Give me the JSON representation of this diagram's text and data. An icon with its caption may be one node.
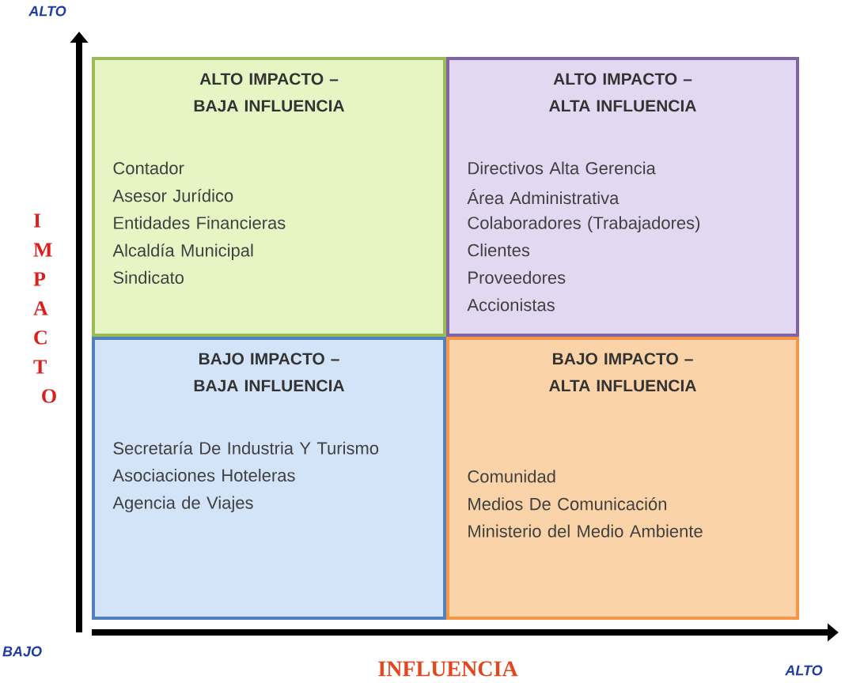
{
  "diagram": {
    "nodes": [
      {
        "text": [
          "ALTO IMPACTO – BAJA INFLUENCIA",
          "Contador",
          "Asesor Jurídico",
          "Entidades Financieras",
          "Alcaldía Municipal",
          "Sindicato"
        ]
      },
      {
        "text": [
          "ALTO IMPACTO – ALTA INFLUENCIA",
          "Directivos Alta Gerencia",
          "Área Administrativa",
          "Colaboradores (Trabajadores)",
          "Clientes",
          "Proveedores",
          "Accionistas"
        ]
      },
      {
        "text": [
          "BAJO IMPACTO – BAJA INFLUENCIA",
          "Secretaría De Industria Y Turismo",
          "Asociaciones Hoteleras",
          "Agencia de Viajes"
        ]
      },
      {
        "text": [
          "BAJO IMPACTO – ALTA INFLUENCIA",
          "Comunidad",
          "Medios De Comunicación",
          "Ministerio del Medio Ambiente"
        ]
      }
    ],
    "edges": [],
    "labels": [
      "ALTO",
      "IMPACTO",
      "BAJO",
      "INFLUENCIA",
      "ALTO"
    ]
  }
}
